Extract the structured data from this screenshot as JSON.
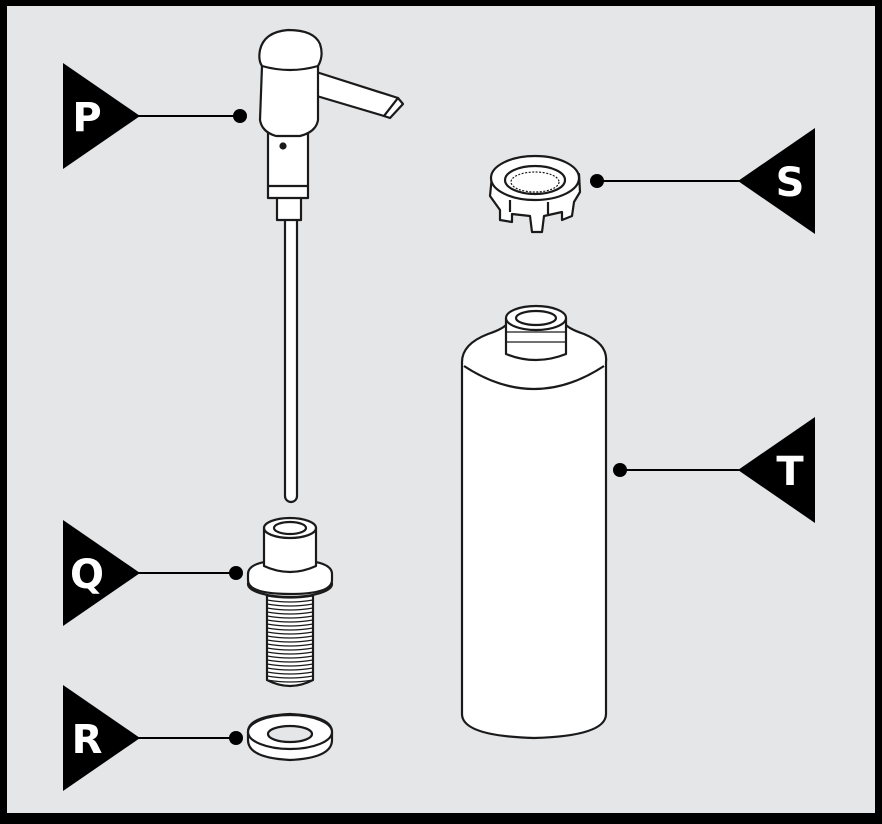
{
  "colors": {
    "frame": "#000000",
    "panel": "#e5e6e8",
    "part_fill": "#ffffff",
    "stroke": "#1a1a1a",
    "label_bg": "#000000",
    "label_text": "#ffffff"
  },
  "labels": {
    "p": "P",
    "q": "Q",
    "r": "R",
    "s": "S",
    "t": "T"
  }
}
